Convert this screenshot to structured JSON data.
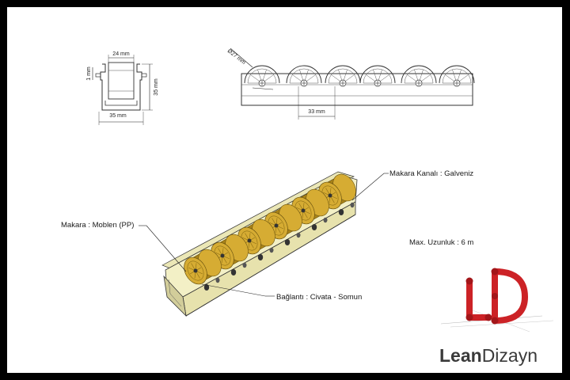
{
  "dimensions": {
    "top_width": "24 mm",
    "lip_height": "1 mm",
    "profile_height": "35 mm",
    "profile_width": "35 mm",
    "roller_diameter": "Ø27 mm",
    "roller_pitch": "33 mm"
  },
  "callouts": {
    "channel": "Makara Kanalı : Galveniz",
    "roller": "Makara : Moblen (PP)",
    "max_length": "Max. Uzunluk : 6 m",
    "fastener": "Bağlantı : Civata - Somun"
  },
  "brand": {
    "name_bold": "Lean",
    "name_light": "Dizayn",
    "color_red": "#cc2226",
    "color_text": "#3a3a3a"
  },
  "colors": {
    "roller": "#d6ac33",
    "roller_dark": "#a98318",
    "channel": "#f3f0c6",
    "channel_dark": "#d2cd9a"
  }
}
